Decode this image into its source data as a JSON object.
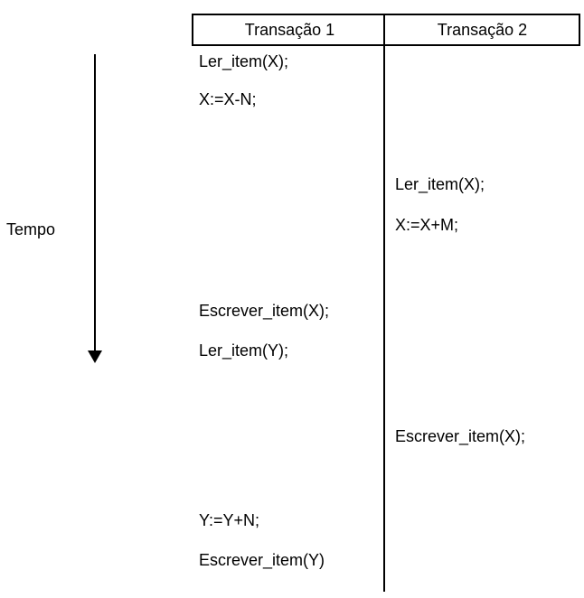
{
  "page": {
    "background_color": "#ffffff",
    "line_color": "#000000",
    "text_color": "#000000"
  },
  "time_axis": {
    "label": "Tempo"
  },
  "transaction1": {
    "header": "Transação 1",
    "ops": [
      "Ler_item(X);",
      "X:=X-N;",
      "Escrever_item(X);",
      "Ler_item(Y);",
      "Y:=Y+N;",
      "Escrever_item(Y)"
    ]
  },
  "transaction2": {
    "header": "Transação 2",
    "ops": [
      "Ler_item(X);",
      "X:=X+M;",
      "Escrever_item(X);"
    ]
  }
}
